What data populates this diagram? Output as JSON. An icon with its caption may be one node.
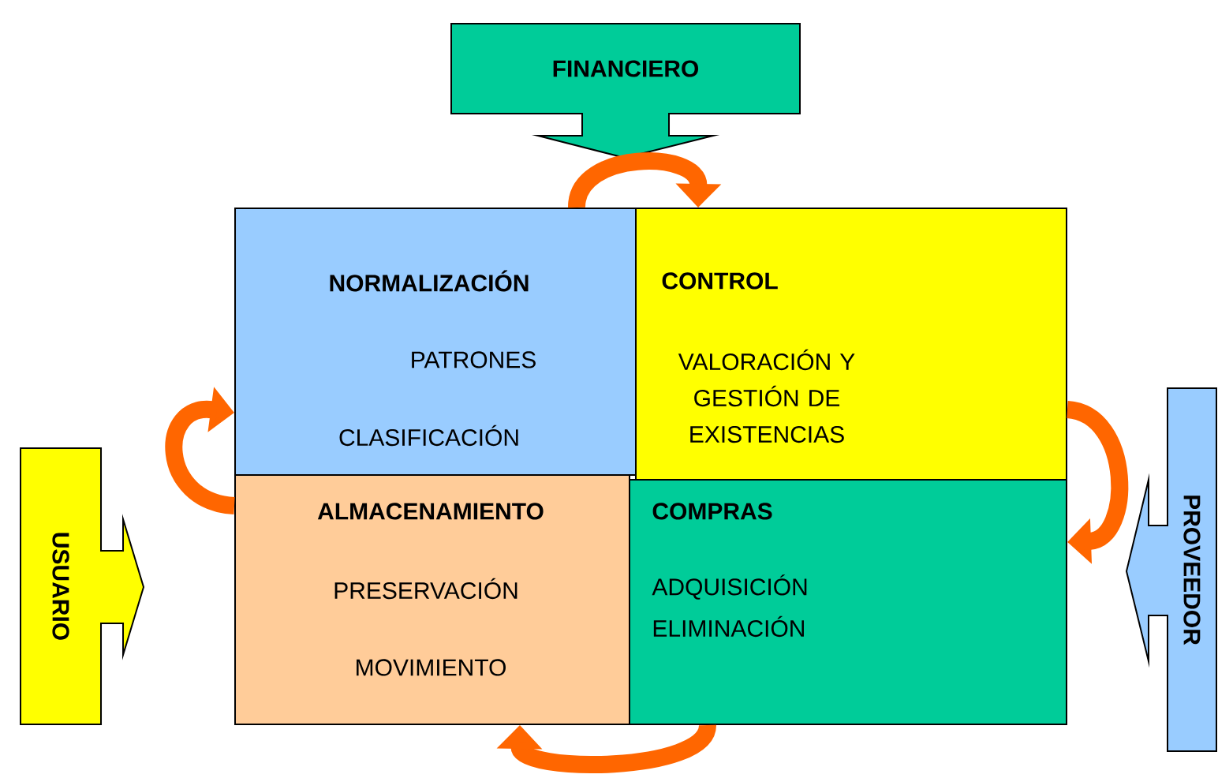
{
  "diagram": {
    "nodes": [
      {
        "text": [
          "FINANCIERO"
        ]
      },
      {
        "text": [
          "NORMALIZACIÓN",
          "PATRONES",
          "CLASIFICACIÓN"
        ]
      },
      {
        "text": [
          "CONTROL",
          "VALORACIÓN Y GESTIÓN DE EXISTENCIAS"
        ]
      },
      {
        "text": [
          "USUARIO"
        ]
      },
      {
        "text": [
          "ALMACENAMIENTO",
          "PRESERVACIÓN",
          "MOVIMIENTO"
        ]
      },
      {
        "text": [
          "COMPRAS",
          "ADQUISICIÓN",
          "ELIMINACIÓN"
        ]
      },
      {
        "text": [
          "PROVEEDOR"
        ]
      }
    ],
    "edges": [
      {
        "from": 1,
        "to": 2,
        "arrow": "to"
      },
      {
        "from": 2,
        "to": 5,
        "arrow": "to"
      },
      {
        "from": 5,
        "to": 4,
        "arrow": "to"
      },
      {
        "from": 4,
        "to": 1,
        "arrow": "to"
      }
    ]
  }
}
